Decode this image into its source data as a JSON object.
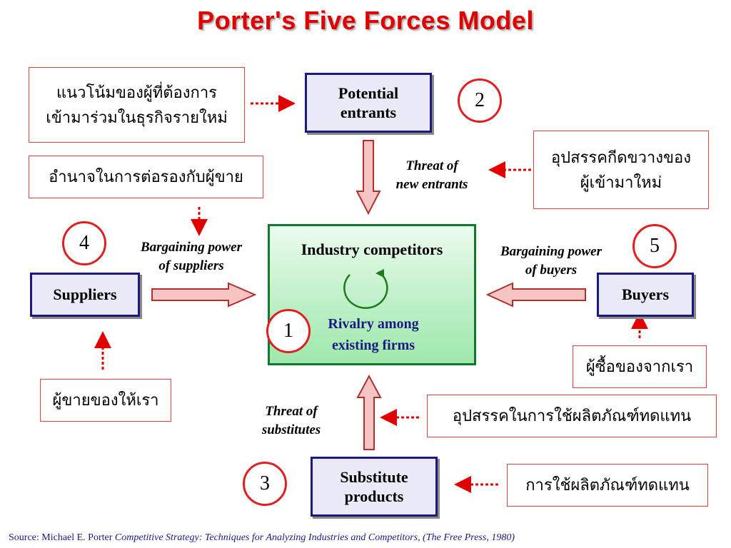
{
  "title": "Porter's Five Forces Model",
  "nodes": {
    "potential_entrants": "Potential\nentrants",
    "industry_competitors": "Industry competitors",
    "rivalry": "Rivalry among\nexisting firms",
    "suppliers": "Suppliers",
    "buyers": "Buyers",
    "substitutes": "Substitute\nproducts"
  },
  "forces": {
    "threat_new_entrants": "Threat of\nnew entrants",
    "bargaining_suppliers": "Bargaining power\nof suppliers",
    "bargaining_buyers": "Bargaining power\nof buyers",
    "threat_substitutes": "Threat of\nsubstitutes"
  },
  "numbers": {
    "n1": "1",
    "n2": "2",
    "n3": "3",
    "n4": "4",
    "n5": "5"
  },
  "notes": {
    "entrants_trend": "แนวโน้มของผู้ที่ต้องการ\nเข้ามาร่วมในธุรกิจรายใหม่",
    "entry_barriers": "อุปสรรคกีดขวางของ\nผู้เข้ามาใหม่",
    "supplier_power": "อำนาจในการต่อรองกับผู้ขาย",
    "our_suppliers": "ผู้ขายของให้เรา",
    "our_buyers": "ผู้ซื้อของจากเรา",
    "substitute_barriers": "อุปสรรคในการใช้ผลิตภัณฑ์ทดแทน",
    "substitute_use": "การใช้ผลิตภัณฑ์ทดแทน"
  },
  "source": {
    "prefix": "Source: Michael E. Porter ",
    "citation": "Competitive Strategy: Techniques for Analyzing Industries and Competitors, (The Free Press, 1980)"
  },
  "colors": {
    "title": "#e00000",
    "box_border": "#1a1a80",
    "note_border": "#e04040",
    "arrow_fill": "#f7c4c4",
    "arrow_stroke": "#b03030",
    "center_border": "#107a2a",
    "dotted": "#e00000"
  }
}
